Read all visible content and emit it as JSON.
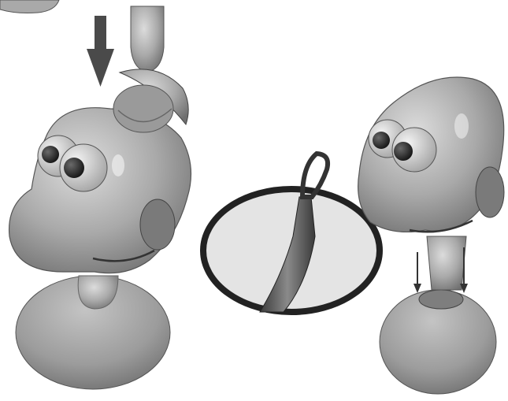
{
  "figure": {
    "panels": [
      {
        "id": "left",
        "subject": "character-figure-being-filled"
      },
      {
        "id": "center",
        "subject": "magnified-tool-detail"
      },
      {
        "id": "right",
        "subject": "character-figure-on-stand"
      }
    ]
  }
}
